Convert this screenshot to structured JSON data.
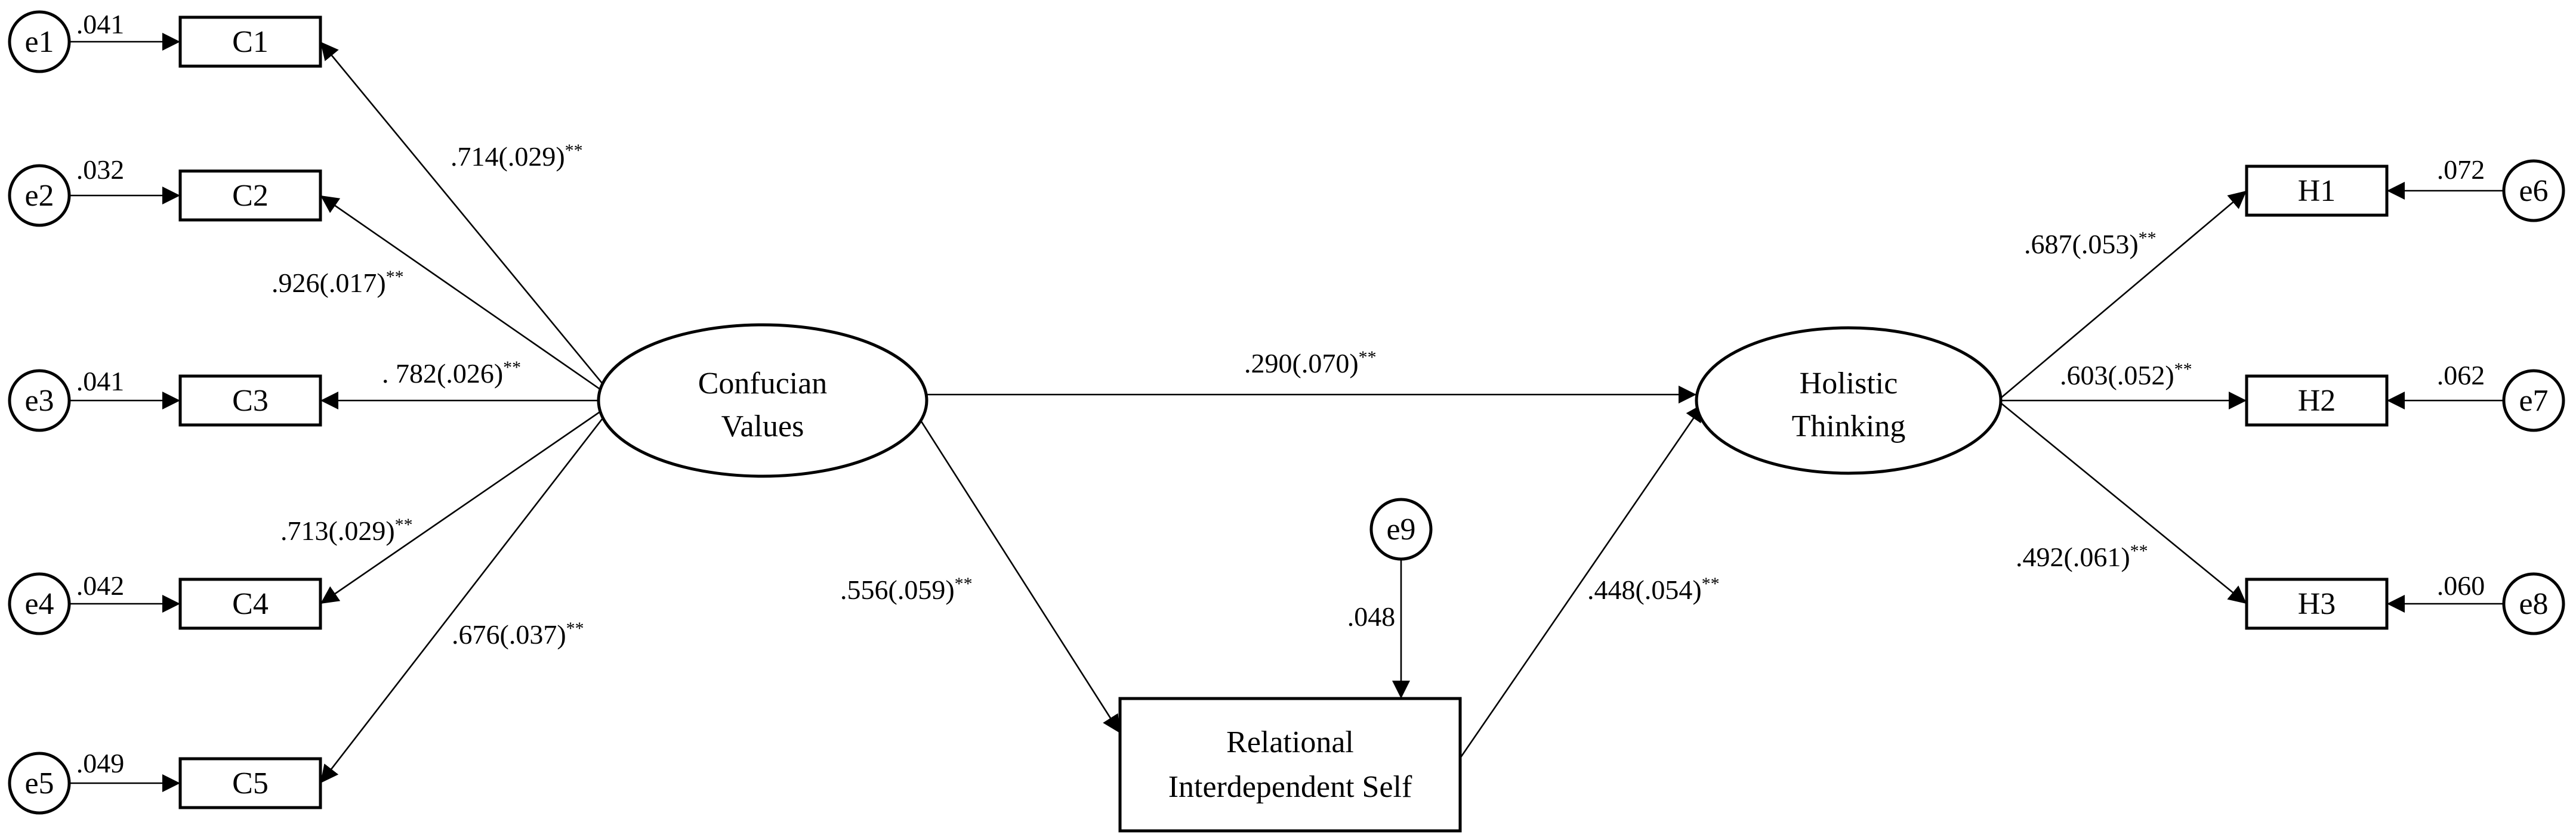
{
  "latent_variables": [
    {
      "id": "confucian",
      "lines": [
        "Confucian",
        "Values"
      ]
    },
    {
      "id": "holistic",
      "lines": [
        "Holistic",
        "Thinking"
      ]
    }
  ],
  "mediator": {
    "id": "relational",
    "lines": [
      "Relational",
      "Interdependent Self"
    ]
  },
  "indicators": [
    {
      "id": "C1",
      "label": "C1",
      "error": "e1",
      "error_loading": ".041",
      "coef": ".714(.029)",
      "sig": "**"
    },
    {
      "id": "C2",
      "label": "C2",
      "error": "e2",
      "error_loading": ".032",
      "coef": ".926(.017)",
      "sig": "**"
    },
    {
      "id": "C3",
      "label": "C3",
      "error": "e3",
      "error_loading": ".041",
      "coef": ". 782(.026)",
      "sig": "**"
    },
    {
      "id": "C4",
      "label": "C4",
      "error": "e4",
      "error_loading": ".042",
      "coef": ".713(.029)",
      "sig": "**"
    },
    {
      "id": "C5",
      "label": "C5",
      "error": "e5",
      "error_loading": ".049",
      "coef": ".676(.037)",
      "sig": "**"
    },
    {
      "id": "H1",
      "label": "H1",
      "error": "e6",
      "error_loading": ".072",
      "coef": ".687(.053)",
      "sig": "**"
    },
    {
      "id": "H2",
      "label": "H2",
      "error": "e7",
      "error_loading": ".062",
      "coef": ".603(.052)",
      "sig": "**"
    },
    {
      "id": "H3",
      "label": "H3",
      "error": "e8",
      "error_loading": ".060",
      "coef": ".492(.061)",
      "sig": "**"
    }
  ],
  "mediator_error": {
    "label": "e9",
    "loading": ".048"
  },
  "paths": [
    {
      "id": "confucian-holistic",
      "coef": ".290(.070)",
      "sig": "**"
    },
    {
      "id": "confucian-relational",
      "coef": ".556(.059)",
      "sig": "**"
    },
    {
      "id": "relational-holistic",
      "coef": ".448(.054)",
      "sig": "**"
    }
  ]
}
